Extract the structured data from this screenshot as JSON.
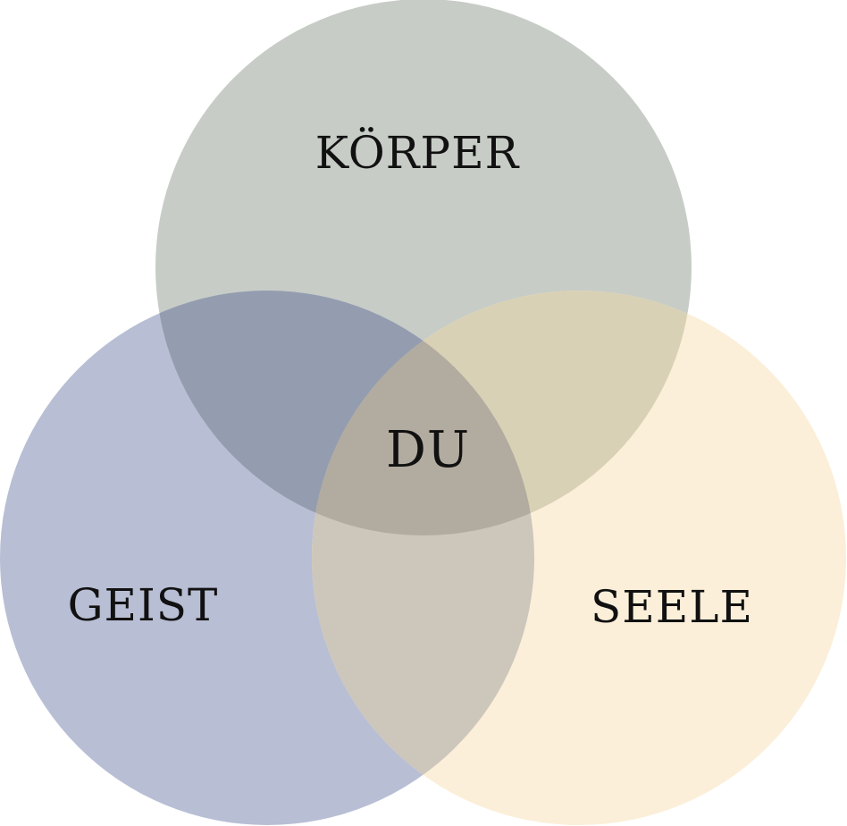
{
  "diagram": {
    "type": "venn-3",
    "circles": [
      {
        "id": "koerper",
        "label": "KÖRPER",
        "color": "#c7ccc7"
      },
      {
        "id": "geist",
        "label": "GEIST",
        "color": "#b8bed4"
      },
      {
        "id": "seele",
        "label": "SEELE",
        "color": "#fbefd9"
      }
    ],
    "overlaps": {
      "koerper_geist": {
        "color": "#949daf"
      },
      "koerper_seele": {
        "color": "#d8d1b5"
      },
      "geist_seele": {
        "color": "#cdc6bb"
      },
      "center": {
        "label": "DU",
        "color": "#b2ab9f"
      }
    }
  }
}
